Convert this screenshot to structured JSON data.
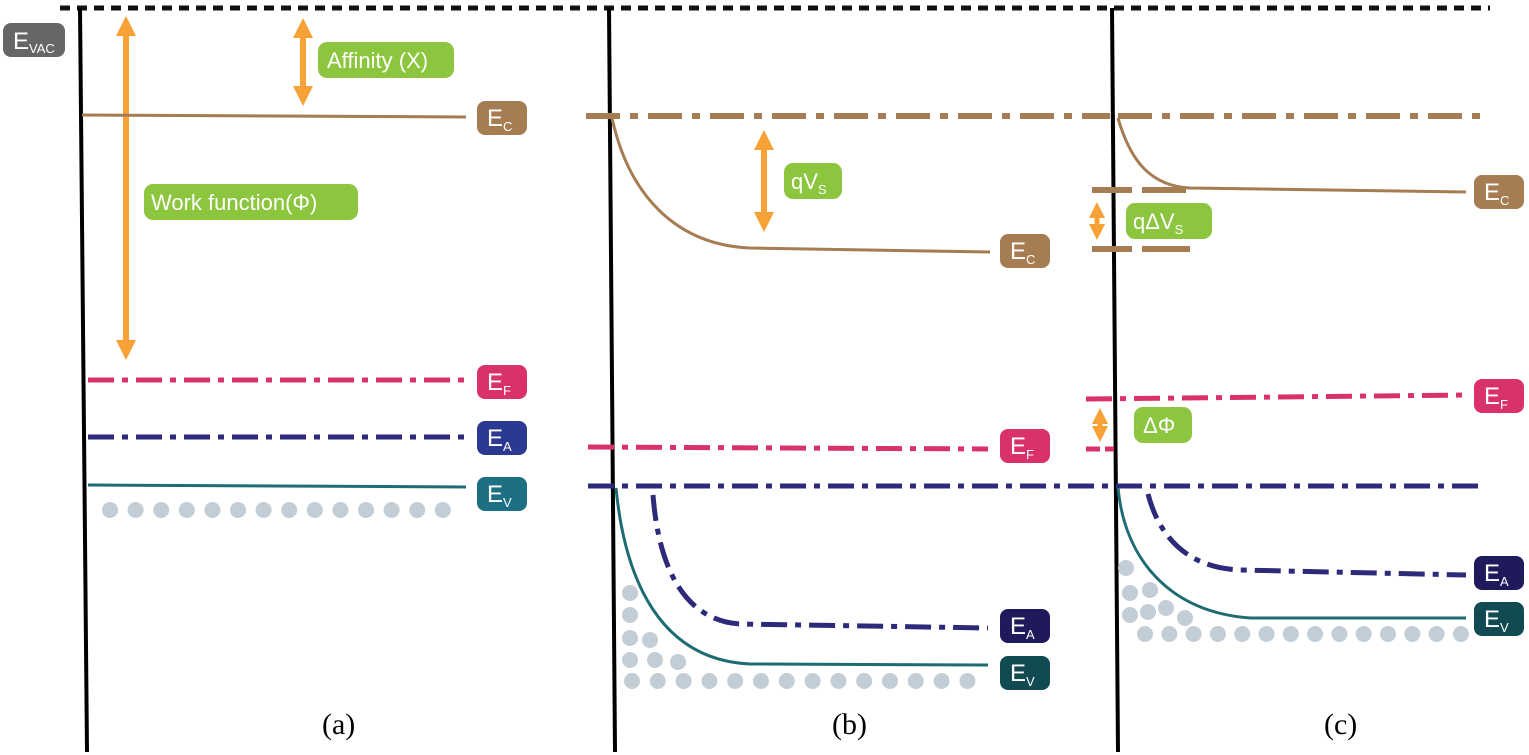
{
  "colors": {
    "cb": "#a67c52",
    "fermi": "#d9326a",
    "acceptor": "#2e2a7a",
    "vb": "#1d6b73",
    "vac": "#111111",
    "arrow": "#f7a136",
    "green": "#8cc63f",
    "dot": "#c3cdd6",
    "evac_box": "#666666",
    "ea_box_a": "#2b3990",
    "ea_box_bc": "#1f1a5c",
    "ev_box_a": "#1d7084",
    "ev_box_bc": "#124a52"
  },
  "labels": {
    "evac": {
      "main": "E",
      "sub": "VAC"
    },
    "affinity": "Affinity (X)",
    "work_function": "Work function(Φ)",
    "qvs": {
      "main": "qV",
      "sub": "S"
    },
    "qdvs": {
      "main": "qΔV",
      "sub": "S"
    },
    "dphi": "ΔΦ",
    "ec": {
      "main": "E",
      "sub": "C"
    },
    "ef": {
      "main": "E",
      "sub": "F"
    },
    "ea": {
      "main": "E",
      "sub": "A"
    },
    "ev": {
      "main": "E",
      "sub": "V"
    }
  },
  "panels": [
    "(a)",
    "(b)",
    "(c)"
  ]
}
